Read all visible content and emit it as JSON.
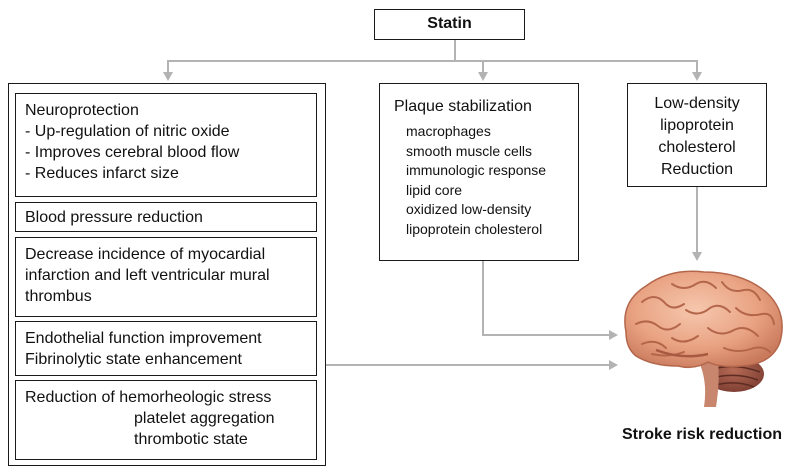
{
  "statin": "Statin",
  "left_panel": {
    "neuroprotection": {
      "title": "Neuroprotection",
      "items": [
        "- Up-regulation of nitric oxide",
        "- Improves cerebral blood flow",
        "- Reduces infarct size"
      ]
    },
    "blood_pressure": "Blood pressure reduction",
    "myocardial": [
      "Decrease incidence of myocardial",
      "infarction and left ventricular mural",
      "thrombus"
    ],
    "endothelial": [
      "Endothelial function improvement",
      "Fibrinolytic state enhancement"
    ],
    "hemorheologic": {
      "title": "Reduction of hemorheologic stress",
      "items": [
        "platelet aggregation",
        "thrombotic state"
      ]
    }
  },
  "plaque": {
    "title": "Plaque stabilization",
    "items": [
      "macrophages",
      "smooth muscle cells",
      "immunologic response",
      "lipid core",
      "oxidized low-density",
      "lipoprotein cholesterol"
    ]
  },
  "ldl": [
    "Low-density",
    "lipoprotein",
    "cholesterol",
    "Reduction"
  ],
  "brain_icon": "brain-icon",
  "outcome": "Stroke risk reduction",
  "colors": {
    "arrow": "#b3b3b3",
    "border": "#1a1a1a",
    "brain": "#e9a383"
  }
}
